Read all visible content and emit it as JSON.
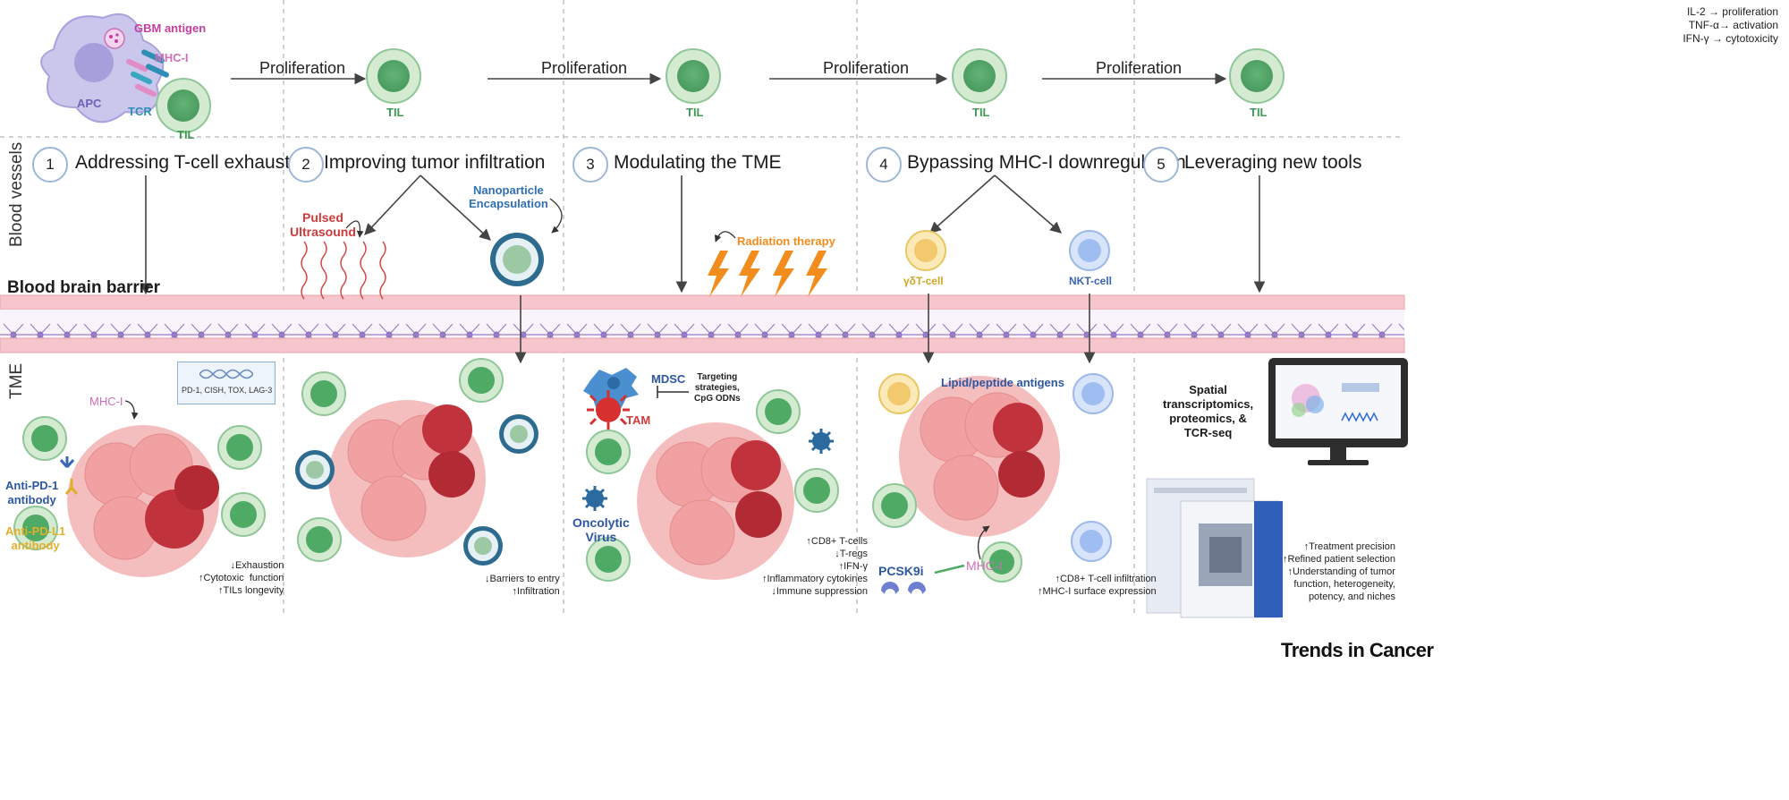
{
  "top": {
    "labels": {
      "gbm_antigen": "GBM antigen",
      "mhc_i": "MHC-I",
      "apc": "APC",
      "tcr": "TCR",
      "til": "TIL"
    },
    "proliferation": [
      "Proliferation",
      "Proliferation",
      "Proliferation",
      "Proliferation"
    ],
    "cytokines": [
      "IL-2 → proliferation",
      "TNF-α→ activation",
      "IFN-γ → cytotoxicity"
    ]
  },
  "side": {
    "blood_vessels": "Blood vessels",
    "tme": "TME",
    "bbb": "Blood brain barrier"
  },
  "sections": [
    {
      "num": "1",
      "title": "Addressing T-cell exhaustion"
    },
    {
      "num": "2",
      "title": "Improving tumor infiltration"
    },
    {
      "num": "3",
      "title": "Modulating the TME"
    },
    {
      "num": "4",
      "title": "Bypassing MHC-I downregulation"
    },
    {
      "num": "5",
      "title": "Leveraging new tools"
    }
  ],
  "s1": {
    "mhc_i": "MHC-I",
    "genes": "PD-1, CISH, TOX, LAG-3",
    "anti_pd1": "Anti-PD-1\nantibody",
    "anti_pdl1": "Anti-PD-L1\nantibody",
    "outcomes": "↓Exhaustion\n↑Cytotoxic  function\n↑TILs longevity"
  },
  "s2": {
    "pulsed": "Pulsed\nUltrasound",
    "nano": "Nanoparticle\nEncapsulation",
    "outcomes": "↓Barriers to entry\n↑Infiltration"
  },
  "s3": {
    "radiation": "Radiation therapy",
    "mdsc": "MDSC",
    "tam": "TAM",
    "targeting": "Targeting\nstrategies,\nCpG ODNs",
    "virus": "Oncolytic\nVirus",
    "outcomes": "↑CD8+ T-cells\n↓T-regs\n↑IFN-γ\n↑Inflammatory cytokines\n↓Immune suppression"
  },
  "s4": {
    "gdt": "γδT-cell",
    "nkt": "NKT-cell",
    "lipid": "Lipid/peptide antigens",
    "pcsk9i": "PCSK9i",
    "mhc_i": "MHC-I",
    "outcomes": "↑CD8+ T-cell infiltration\n↑MHC-I surface expression"
  },
  "s5": {
    "spatial": "Spatial\ntranscriptomics,\nproteomics, &\nTCR-seq",
    "outcomes": "↑Treatment precision\n↑Refined patient selection\n↑Understanding of tumor\nfunction, heterogeneity,\npotency, and niches"
  },
  "brand": "Trends in Cancer",
  "colors": {
    "til_fill": "#cfe6cf",
    "til_core": "#6fbf82",
    "tumor": "#f1a3a3",
    "tumor_dark": "#c0333c",
    "bbb": "#f7c9cf",
    "astro": "#8a6bbf",
    "arrow": "#444444",
    "apc": "#bfb9e6",
    "nano_ring": "#2d6b8f",
    "radiation": "#f28c1c"
  }
}
